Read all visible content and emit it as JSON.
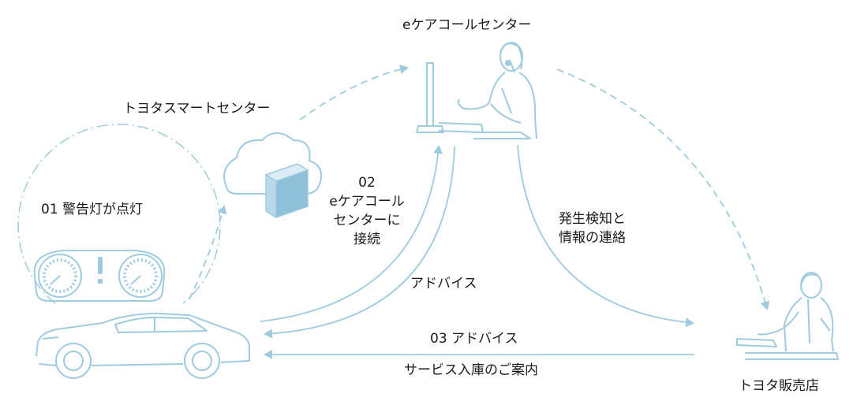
{
  "colors": {
    "line": "#9fcbe0",
    "fill_light": "#dcecf5",
    "fill_mid": "#b9d9ea",
    "fill_dark": "#8fc0da",
    "text": "#1a1a1a"
  },
  "nodes": {
    "call_center": "eケアコールセンター",
    "smart_center": "トヨタスマートセンター",
    "dealer": "トヨタ販売店"
  },
  "steps": {
    "step01": "01 警告灯が点灯",
    "step02_line1": "02",
    "step02_line2": "eケアコール",
    "step02_line3": "センターに",
    "step02_line4": "接続",
    "detect_line1": "発生検知と",
    "detect_line2": "情報の連絡",
    "advice": "アドバイス",
    "step03": "03 アドバイス",
    "service": "サービス入庫のご案内"
  },
  "icons": {
    "car": "car-icon",
    "cloud": "cloud-server-icon",
    "operator": "operator-icon",
    "dealer_staff": "dealer-staff-icon",
    "gauges": "dashboard-gauges-icon",
    "warning": "warning-exclamation-icon"
  }
}
